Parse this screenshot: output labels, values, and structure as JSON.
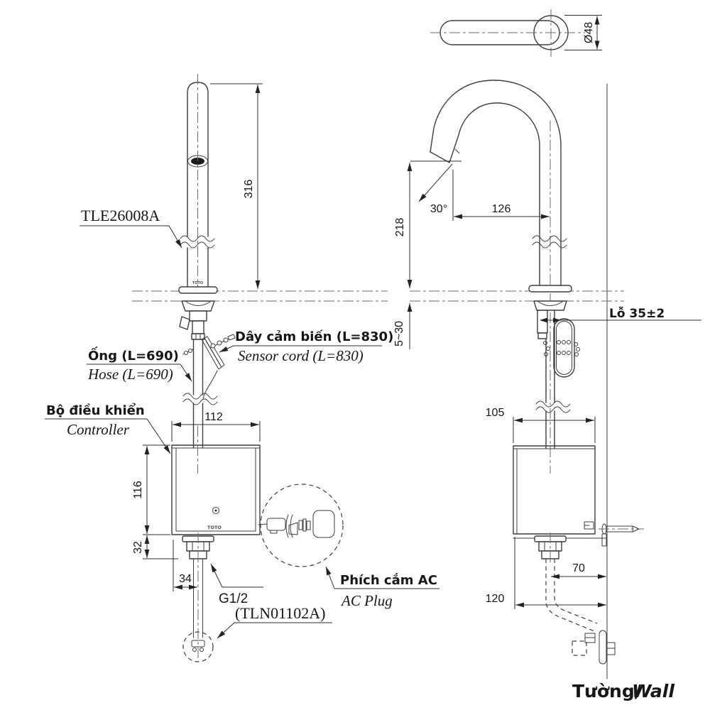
{
  "labels": {
    "model": "TLE26008A",
    "hose_vi": "Ống (L=690)",
    "hose_en": "Hose (L=690)",
    "sensor_cord_vi": "Dây cảm biến (L=830)",
    "sensor_cord_en": "Sensor cord (L=830)",
    "controller_vi": "Bộ điều khiển",
    "controller_en": "Controller",
    "ac_plug_vi": "Phích cắm AC",
    "ac_plug_en": "AC Plug",
    "thread_size": "G1/2",
    "valve_model": "(TLN01102A)",
    "hole_note": "Lỗ 35±2",
    "wall_vi": "Tường/",
    "wall_en": "Wall",
    "brand": "TOTO"
  },
  "dimensions": {
    "top_diameter": "Ø48",
    "spout_height": "316",
    "outlet_height": "218",
    "spout_angle": "30°",
    "spout_reach": "126",
    "deck_thickness_range": "5~30",
    "controller_width": "112",
    "controller_height": "116",
    "shutoff_length": "32",
    "hose_offset": "34",
    "controller_depth": "105",
    "pipe_to_wall": "70",
    "controller_to_wall": "120"
  }
}
